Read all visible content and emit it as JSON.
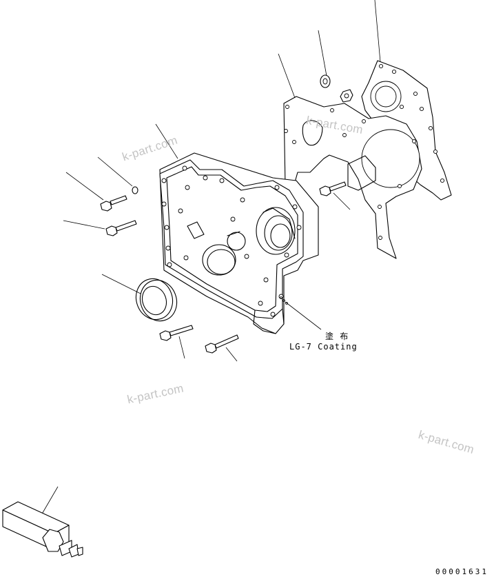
{
  "watermarks": [
    "k-part.com",
    "k-part.com",
    "k-part.com",
    "k-part.com"
  ],
  "note": {
    "jp": "塗 布",
    "en": "LG-7 Coating"
  },
  "drawing_code": "00001631"
}
